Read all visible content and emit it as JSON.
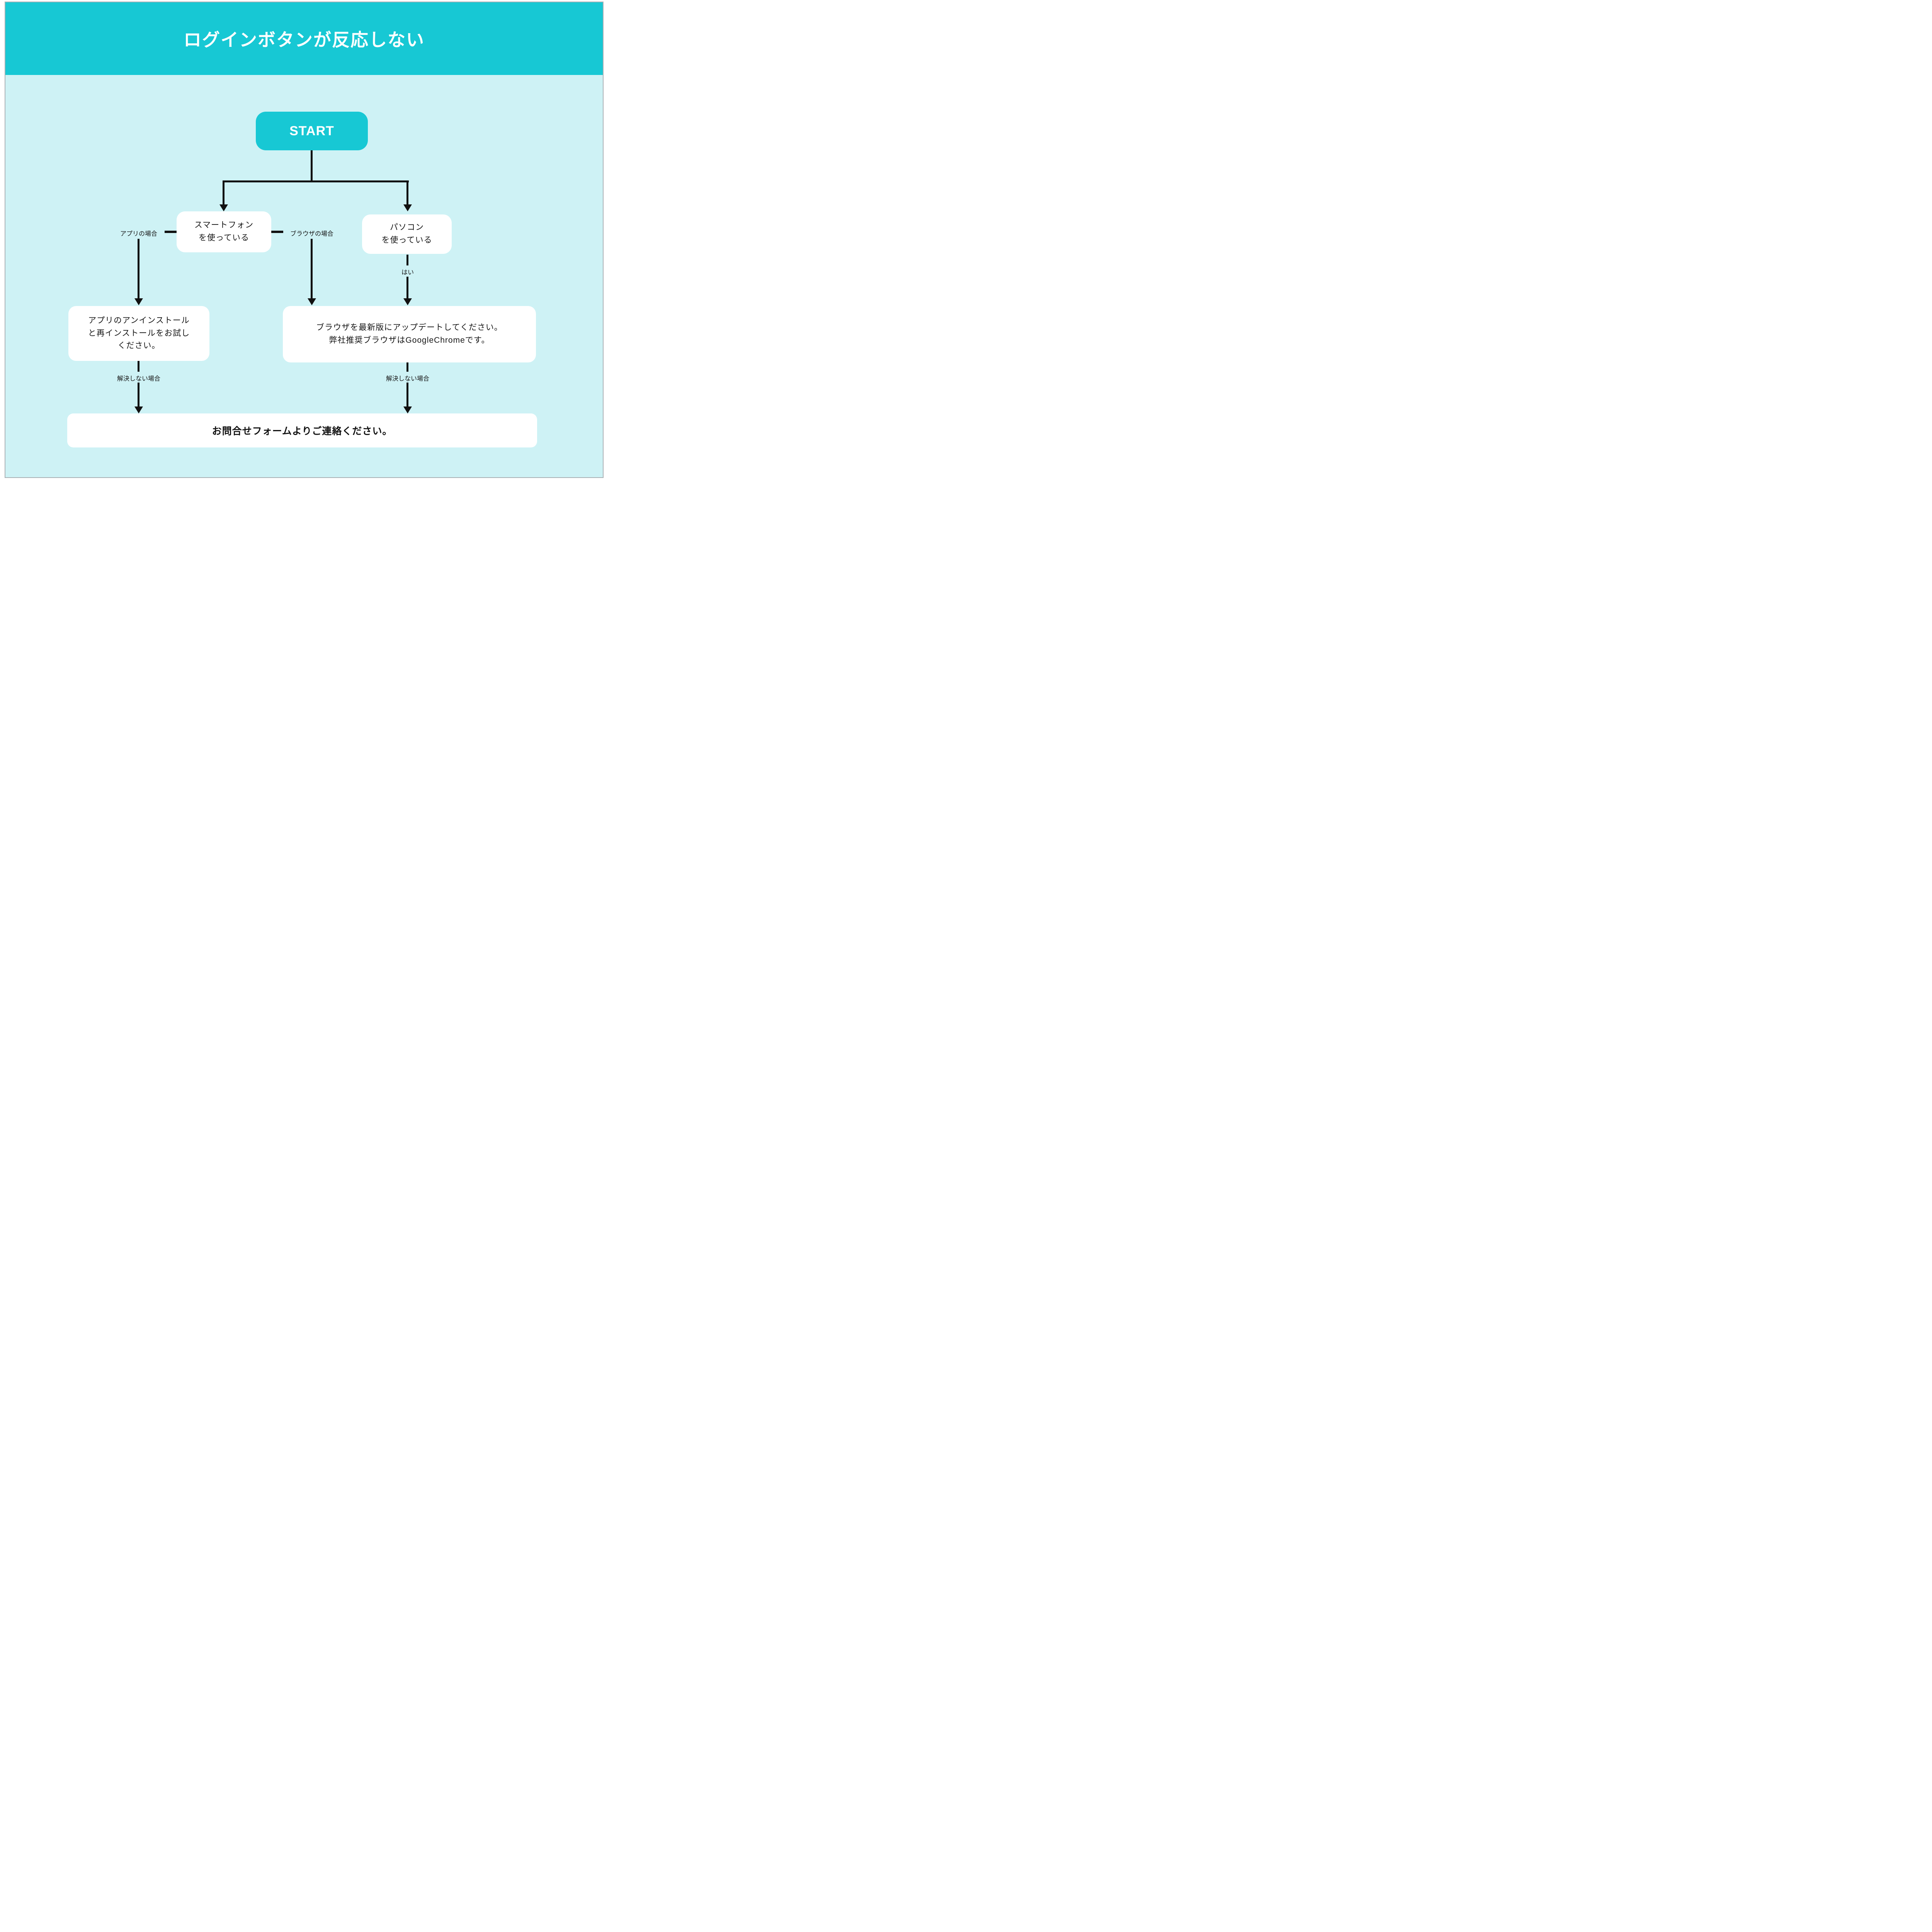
{
  "title": "ログインボタンが反応しない",
  "colors": {
    "accent_teal": "#17c8d4",
    "canvas_bg": "#cef2f5",
    "node_bg": "#ffffff",
    "line_black": "#111111"
  },
  "nodes": {
    "start": {
      "label": "START"
    },
    "smartphone": {
      "line1": "スマートフォン",
      "line2": "を使っている"
    },
    "pc": {
      "line1": "パソコン",
      "line2": "を使っている"
    },
    "app_fix": {
      "line1": "アプリのアンインストール",
      "line2": "と再インストールをお試し",
      "line3": "ください。"
    },
    "browser_fix": {
      "line1": "ブラウザを最新版にアップデートしてください。",
      "line2": "弊社推奨ブラウザはGoogleChromeです。"
    },
    "contact": {
      "label": "お問合せフォームよりご連絡ください。"
    }
  },
  "edge_labels": {
    "app_case": "アプリの場合",
    "browser_case": "ブラウザの場合",
    "yes": "はい",
    "unresolved_left": "解決しない場合",
    "unresolved_right": "解決しない場合"
  }
}
